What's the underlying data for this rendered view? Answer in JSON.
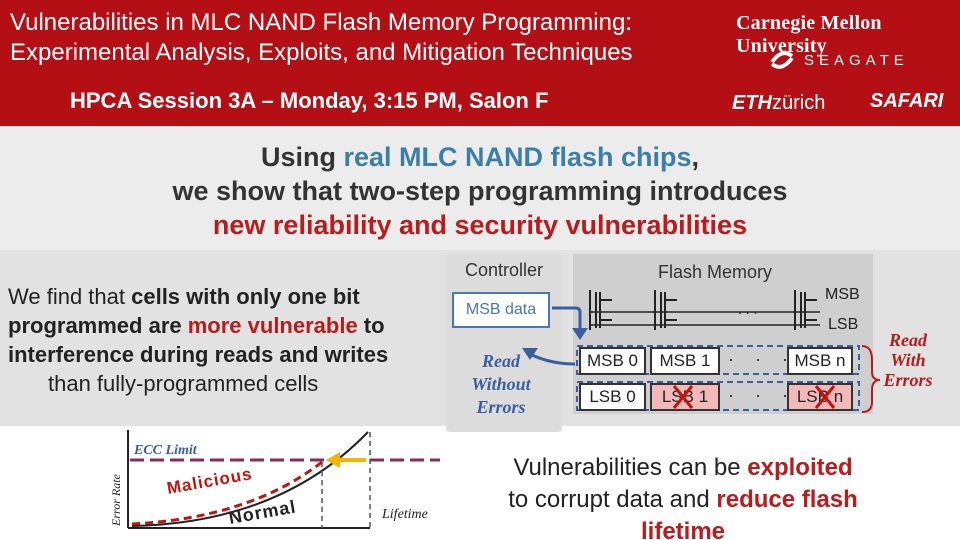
{
  "header": {
    "title_line1": "Vulnerabilities in MLC NAND Flash Memory Programming:",
    "title_line2": "Experimental Analysis, Exploits, and Mitigation Techniques",
    "session": "HPCA Session 3A – Monday, 3:15 PM, Salon F",
    "logo_cmu": "Carnegie Mellon University",
    "logo_seagate": "SEAGATE",
    "logo_eth_bold": "ETH",
    "logo_eth_rest": "zürich",
    "logo_safari": "SAFARI"
  },
  "headline": {
    "l1_a": "Using ",
    "l1_b": "real MLC NAND flash chips",
    "l1_c": ",",
    "l2": "we show that two-step programming introduces",
    "l3": "new reliability and security vulnerabilities"
  },
  "claim": {
    "a": "We find that ",
    "b": "cells with only one bit",
    "c": "programmed are ",
    "d": "more vulnerable",
    "e": " to",
    "f": "interference during reads and writes",
    "g": "than fully-programmed cells"
  },
  "controller": {
    "label": "Controller",
    "msb_data": "MSB data",
    "read_line1": "Read",
    "read_line2": "Without",
    "read_line3": "Errors"
  },
  "flash": {
    "label": "Flash Memory",
    "msb_tag": "MSB",
    "lsb_tag": "LSB",
    "cells_msb": [
      "MSB 0",
      "MSB 1",
      "MSB n"
    ],
    "cells_lsb": [
      "LSB 0",
      "LSB 1",
      "LSB n"
    ],
    "dots": "· · ·",
    "read_line1": "Read",
    "read_line2": "With",
    "read_line3": "Errors"
  },
  "graph": {
    "ylabel": "Error Rate",
    "xlabel": "Lifetime",
    "ecc_label": "ECC Limit",
    "malicious": "Malicious",
    "normal": "Normal"
  },
  "bottom": {
    "a": "Vulnerabilities can be ",
    "b": "exploited",
    "c": "to corrupt data and ",
    "d": "reduce flash",
    "e": "lifetime"
  },
  "colors": {
    "header_red": "#b30f14",
    "accent_blue": "#3b7fa6",
    "accent_red": "#b81c1c",
    "error_fill": "#f3b8b8",
    "arrow_yellow": "#f4b400"
  }
}
